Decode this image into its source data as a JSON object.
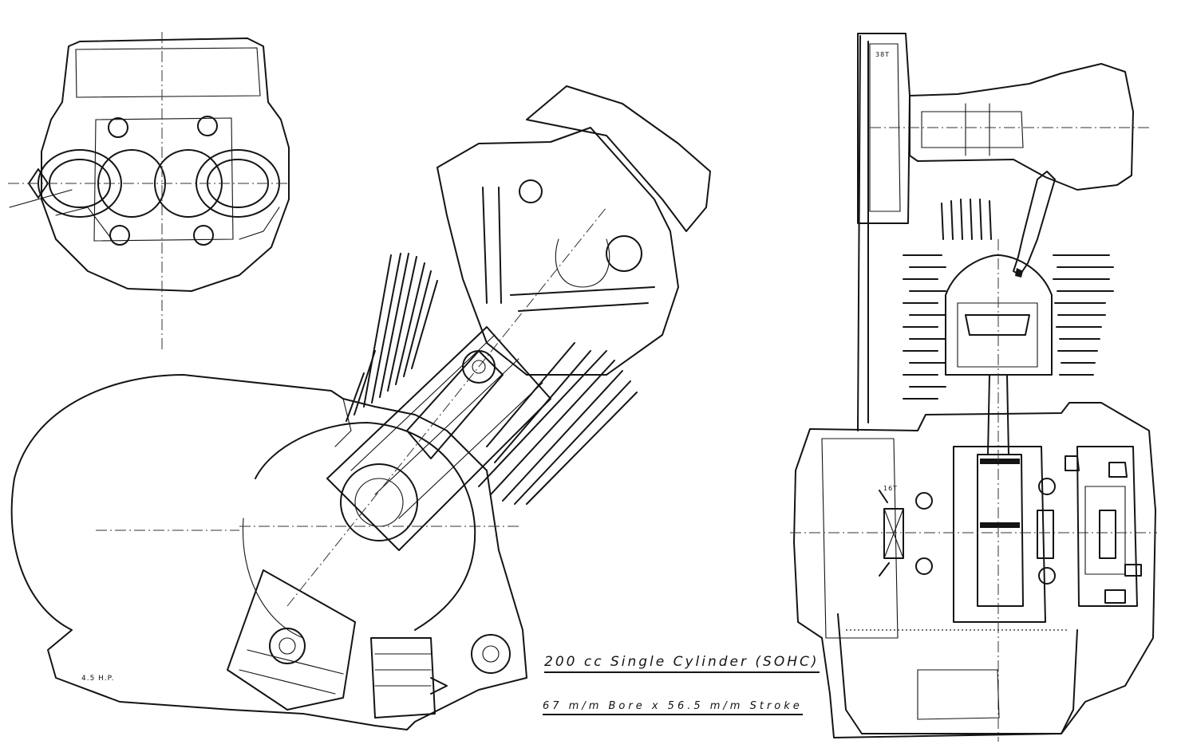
{
  "captions": {
    "title": "200 cc Single Cylinder (SOHC)",
    "subtitle": "67 m/m Bore x 56.5 m/m Stroke"
  },
  "notes": {
    "horsepower": "4.5 H.P.",
    "gear_teeth": "38T",
    "gear_tag": "16T"
  },
  "colors": {
    "ink": "#141414",
    "paper": "#ffffff"
  }
}
